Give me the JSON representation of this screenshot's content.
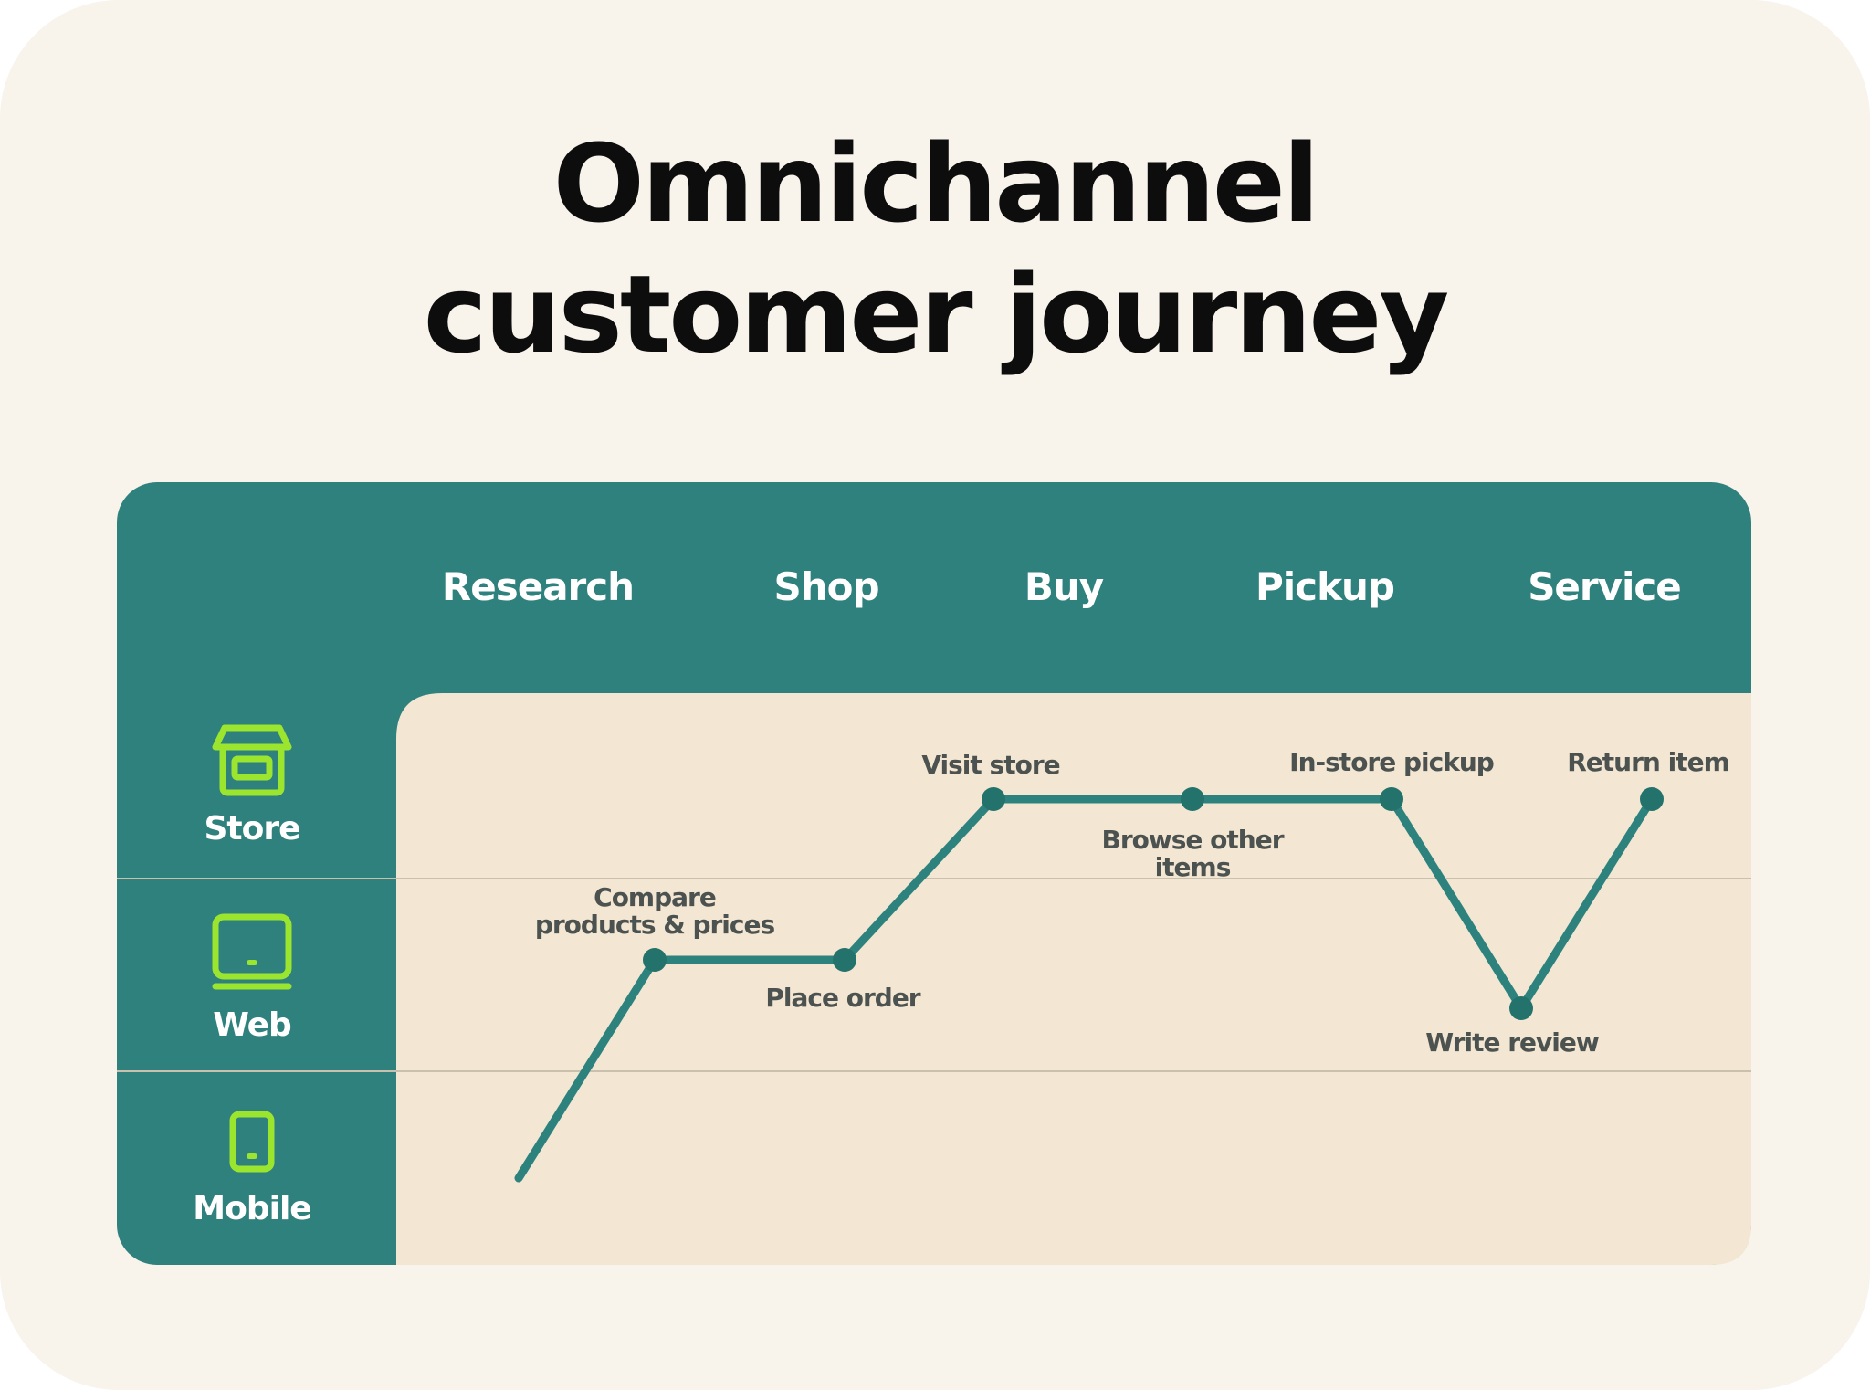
{
  "title": {
    "line1": "Omnichannel",
    "line2": "customer journey"
  },
  "stages": [
    "Research",
    "Shop",
    "Buy",
    "Pickup",
    "Service"
  ],
  "channels": [
    {
      "label": "Store",
      "icon": "store-icon"
    },
    {
      "label": "Web",
      "icon": "laptop-icon"
    },
    {
      "label": "Mobile",
      "icon": "smartphone-icon"
    }
  ],
  "journey": {
    "steps": [
      {
        "label1": "Compare",
        "label2": "products & prices",
        "channel": "Web",
        "stage": "Research"
      },
      {
        "label1": "Place order",
        "label2": "",
        "channel": "Web",
        "stage": "Shop"
      },
      {
        "label1": "Visit store",
        "label2": "",
        "channel": "Store",
        "stage": "Buy"
      },
      {
        "label1": "Browse other",
        "label2": "items",
        "channel": "Store",
        "stage": "Pickup"
      },
      {
        "label1": "In-store pickup",
        "label2": "",
        "channel": "Store",
        "stage": "Pickup"
      },
      {
        "label1": "Write review",
        "label2": "",
        "channel": "Web",
        "stage": "Service"
      },
      {
        "label1": "Return item",
        "label2": "",
        "channel": "Store",
        "stage": "Service"
      }
    ],
    "start_channel": "Mobile"
  },
  "colors": {
    "background": "#f8f3eb",
    "panel": "#2f817e",
    "grid_area": "#f3e6d3",
    "line": "#2e827e",
    "dot": "#23726c",
    "icon": "#9be52f"
  }
}
